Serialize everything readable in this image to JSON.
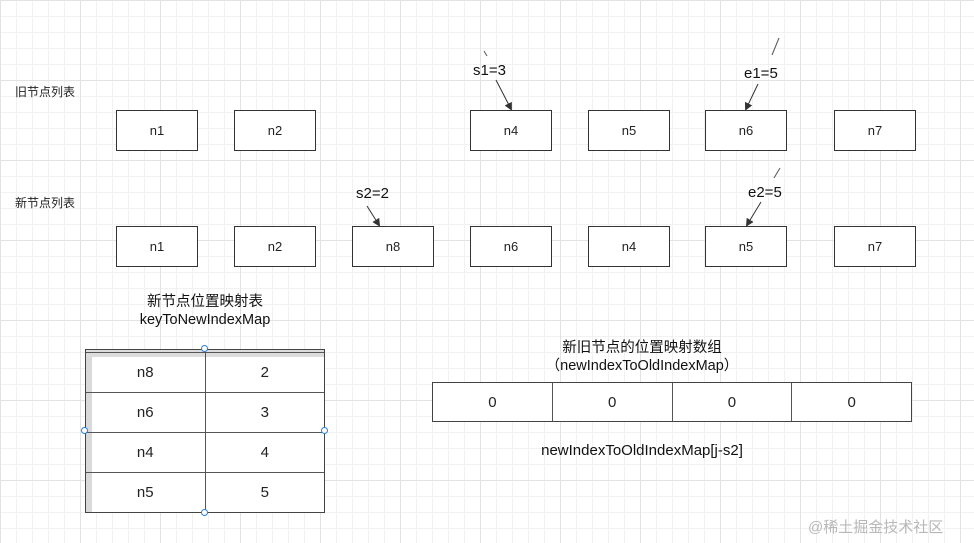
{
  "labels": {
    "old_list": "旧节点列表",
    "new_list": "新节点列表"
  },
  "old_nodes": [
    "n1",
    "n2",
    "n4",
    "n5",
    "n6",
    "n7"
  ],
  "new_nodes": [
    "n1",
    "n2",
    "n8",
    "n6",
    "n4",
    "n5",
    "n7"
  ],
  "annotations": {
    "s1": "s1=3",
    "e1": "e1=5",
    "s2": "s2=2",
    "e2": "e2=5"
  },
  "key_map": {
    "title": "新节点位置映射表",
    "subtitle": "keyToNewIndexMap",
    "rows": [
      {
        "key": "n8",
        "value": "2"
      },
      {
        "key": "n6",
        "value": "3"
      },
      {
        "key": "n4",
        "value": "4"
      },
      {
        "key": "n5",
        "value": "5"
      }
    ]
  },
  "index_array": {
    "title": "新旧节点的位置映射数组",
    "subtitle": "（newIndexToOldIndexMap）",
    "values": [
      "0",
      "0",
      "0",
      "0"
    ],
    "caption": "newIndexToOldIndexMap[j-s2]"
  },
  "watermark": "@稀土掘金技术社区",
  "colors": {
    "selection_handle": "#2a7fd8",
    "grid": "#e2e2e2"
  }
}
